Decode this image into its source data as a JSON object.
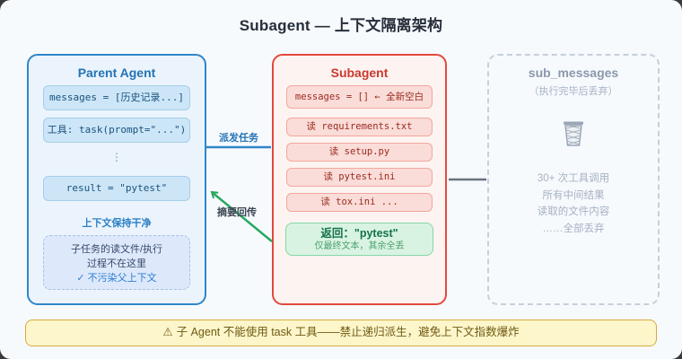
{
  "page": {
    "title": "Subagent — 上下文隔离架构"
  },
  "parent_box": {
    "title": "Parent Agent",
    "items": [
      "messages = [历史记录...]",
      "工具: task(prompt=\"...\")",
      "result = \"pytest\""
    ],
    "ellipsis": "⋮",
    "clean_label": "上下文保持干净",
    "note_lines": [
      "子任务的读文件/执行",
      "过程不在这里",
      "✓ 不污染父上下文"
    ]
  },
  "subagent_box": {
    "title": "Subagent",
    "items": [
      "messages = [] ← 全新空白",
      "读 requirements.txt",
      "读 setup.py",
      "读 pytest.ini",
      "读 tox.ini ..."
    ],
    "return_box": {
      "title": "返回：\"pytest\"",
      "subtitle": "仅最终文本，其余全丢"
    }
  },
  "submsg_box": {
    "title": "sub_messages",
    "subtitle": "（执行完毕后丢弃）",
    "icon": "wastebasket-icon",
    "lines": [
      "30+ 次工具调用",
      "所有中间结果",
      "读取的文件内容",
      "……全部丢弃"
    ]
  },
  "arrows": {
    "dispatch_label": "派发任务",
    "return_label": "摘要回传"
  },
  "warning": {
    "icon": "⚠",
    "text": "子 Agent 不能使用 task 工具——禁止递归派生，避免上下文指数爆炸"
  },
  "colors": {
    "c-page-bg": "#f7fafd",
    "c-title": "#252e3a",
    "c-parent-border": "#2e86c9",
    "c-parent-bg": "#ebf4fc",
    "c-parent-title": "#2373b5",
    "c-parent-item-bg": "#cde6f7",
    "c-parent-item-border": "#a5cdeb",
    "c-parent-item-text": "#17527e",
    "c-parent-clean": "#2c80c4",
    "c-parent-note-bg": "#dde9fb",
    "c-parent-note-border": "#a9c0ea",
    "c-parent-note-text": "#39486b",
    "c-parent-note-check": "#2d7dd2",
    "c-sub-border": "#e3493e",
    "c-sub-bg": "#fdf3f1",
    "c-sub-title": "#c93a2e",
    "c-sub-item-bg": "#fadcd8",
    "c-sub-item-border": "#f2a79d",
    "c-sub-item-text": "#9a2b1f",
    "c-green-bg": "#d9f3e3",
    "c-green-border": "#86d6a8",
    "c-green-title": "#157347",
    "c-green-sub": "#4ba06e",
    "c-msg-border": "#c6cfda",
    "c-msg-title": "#8b98ab",
    "c-msg-text": "#a6b1c2",
    "c-arrow-blue": "#2e86c9",
    "c-arrow-green": "#27a85f",
    "c-connector": "#6a7480",
    "c-warn-bg": "#fdf6cb",
    "c-warn-border": "#d7ab3d",
    "c-warn-text": "#6f5a11"
  }
}
